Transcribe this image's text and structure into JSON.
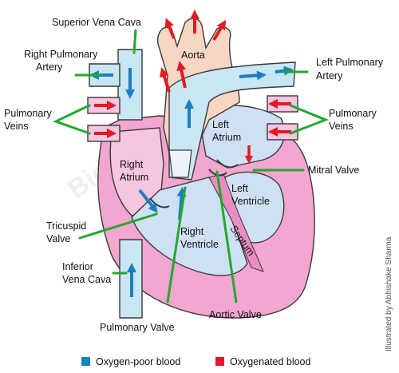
{
  "labels": {
    "superior_vena_cava": "Superior Vena Cava",
    "aorta": "Aorta",
    "right_pulmonary_artery": [
      "Right Pulmonary",
      "Artery"
    ],
    "left_pulmonary_artery": [
      "Left Pulmonary",
      "Artery"
    ],
    "pulmonary_veins_left": [
      "Pulmonary",
      "Veins"
    ],
    "pulmonary_veins_right": [
      "Pulmonary",
      "Veins"
    ],
    "left_atrium": [
      "Left",
      "Atrium"
    ],
    "right_atrium": [
      "Right",
      "Atrium"
    ],
    "mitral_valve": "Mitral Valve",
    "left_ventricle": [
      "Left",
      "Ventricle"
    ],
    "tricuspid_valve": [
      "Tricuspid",
      "Valve"
    ],
    "right_ventricle": [
      "Right",
      "Ventricle"
    ],
    "septum": "Septum",
    "inferior_vena_cava": [
      "Inferior",
      "Vena Cava"
    ],
    "aortic_valve": "Aortic Valve",
    "pulmonary_valve": "Pulmonary Valve"
  },
  "legend": {
    "oxygen_poor": "Oxygen-poor blood",
    "oxygenated": "Oxygenated blood"
  },
  "credit": "Illustrated by Abhishake Sharma",
  "colors": {
    "oxygen_poor": "#1a7fc1",
    "oxygenated": "#e01b24",
    "leader": "#22a82a",
    "aorta_fill": "#f7d7c4",
    "pulmonary_fill": "#c9e6f3",
    "wall_fill": "#f3a6cf",
    "chamber_fill": "#cfe0f5"
  }
}
